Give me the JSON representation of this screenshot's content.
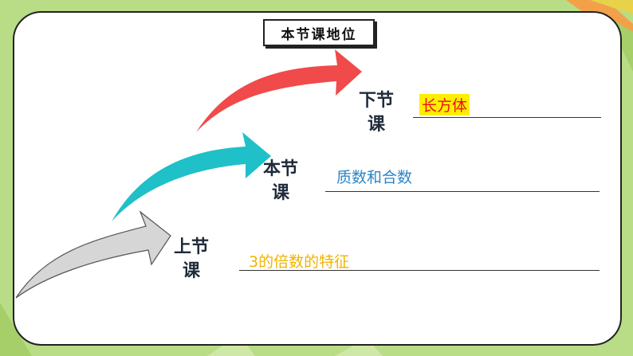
{
  "title": "本节课地位",
  "steps": {
    "previous": {
      "label_line1": "上节",
      "label_line2": "课",
      "content": "3的倍数的特征",
      "color": "#f0b400"
    },
    "current": {
      "label_line1": "本节",
      "label_line2": "课",
      "content": "质数和合数",
      "color": "#2b86c8"
    },
    "next": {
      "label_line1": "下节",
      "label_line2": "课",
      "content": "长方体",
      "color": "#e8111a",
      "highlight": "#ffee00"
    }
  },
  "arrow_colors": {
    "previous": "#d6d6d6",
    "current": "#1fc0c8",
    "next": "#f04a4a"
  }
}
